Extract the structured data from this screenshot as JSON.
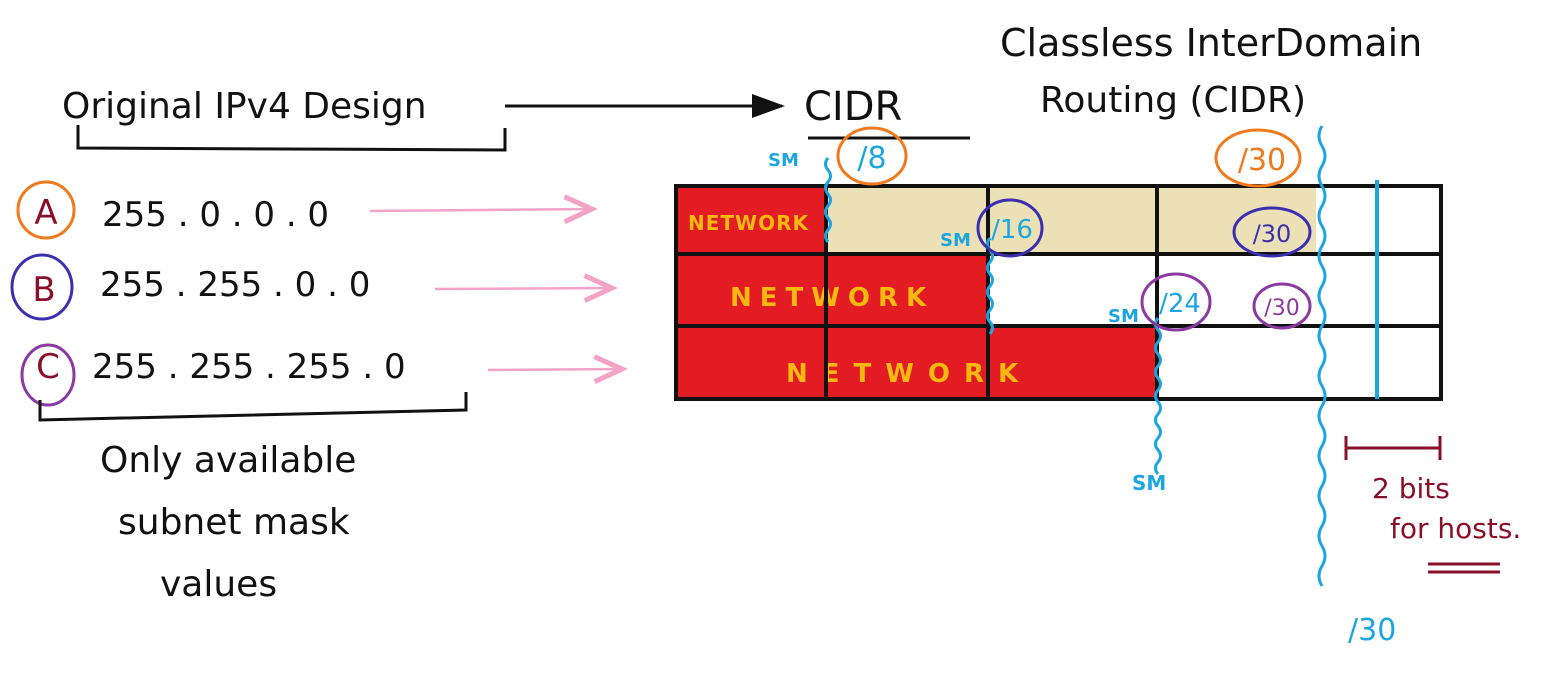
{
  "left": {
    "heading": "Original IPv4 Design",
    "classes": [
      {
        "letter": "A",
        "mask": "255 . 0 . 0 . 0",
        "circle_color": "#f07a1e"
      },
      {
        "letter": "B",
        "mask": "255 . 255 . 0 . 0",
        "circle_color": "#3b2fb0"
      },
      {
        "letter": "C",
        "mask": "255 . 255 . 255 . 0",
        "circle_color": "#8a3aa0"
      }
    ],
    "caption_line1": "Only available",
    "caption_line2": "subnet mask",
    "caption_line3": "values"
  },
  "right": {
    "cidr_label": "CIDR",
    "title_line1": "Classless InterDomain",
    "title_line2": "Routing (CIDR)",
    "row_labels": [
      "NETWORK",
      "NETWORK",
      "NETWORK"
    ],
    "prefixes": {
      "p8": "/8",
      "p16": "/16",
      "p24": "/24",
      "p30_top": "/30",
      "p30_row1": "/30",
      "p30_row2": "/30",
      "p30_bottom": "/30"
    },
    "sm_label": "SM",
    "bits_line1": "2 bits",
    "bits_line2": "for hosts."
  },
  "colors": {
    "ink": "#111111",
    "network_red": "#e31b23",
    "network_text": "#f5b90f",
    "tan": "#ece1b6",
    "mask_blue": "#1ca6e0",
    "orange": "#f07a1e",
    "indigo": "#3b2fb0",
    "purple": "#8a3aa0",
    "maroon": "#8a0f2a",
    "pink": "#f4a3c8"
  }
}
